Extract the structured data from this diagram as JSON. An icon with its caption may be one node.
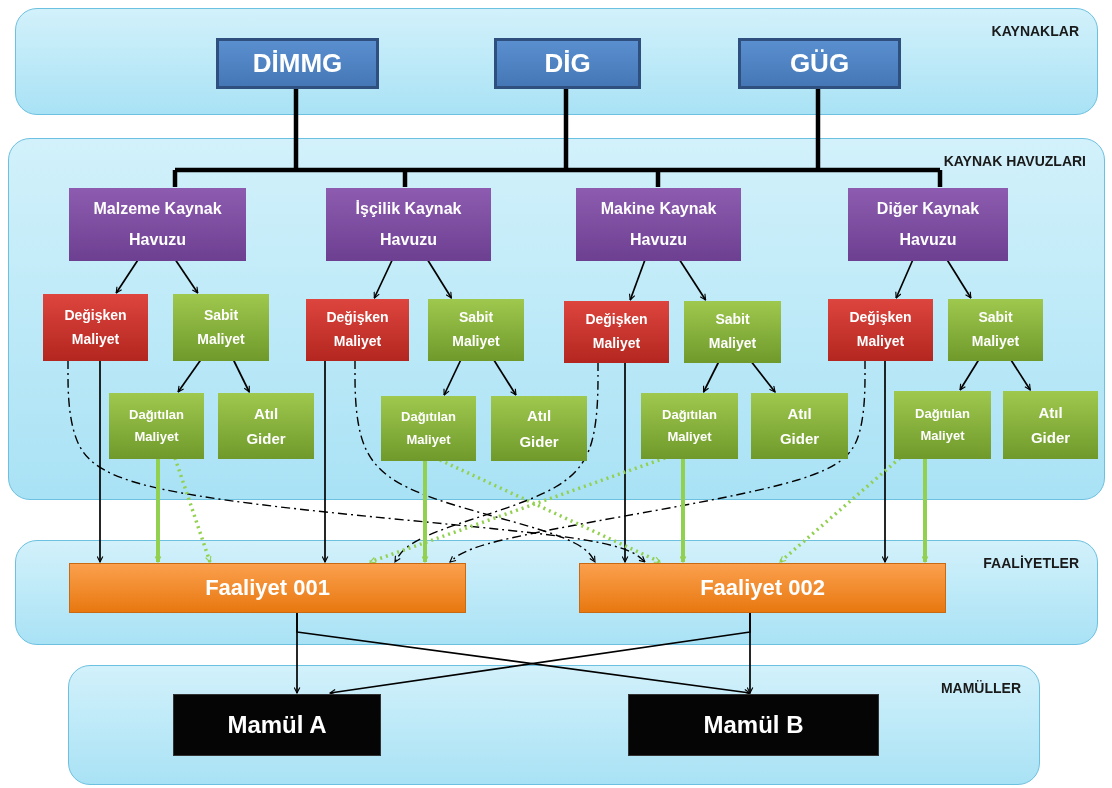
{
  "diagram": {
    "nodes": [
      {
        "text": [
          "KAYNAKLAR"
        ]
      },
      {
        "text": [
          "DİMMG"
        ],
        "in": 0
      },
      {
        "text": [
          "DİG"
        ],
        "in": 0
      },
      {
        "text": [
          "GÜG"
        ],
        "in": 0
      },
      {
        "text": [
          "KAYNAK HAVUZLARI"
        ]
      },
      {
        "text": [
          "Malzeme Kaynak Havuzu"
        ],
        "in": 4
      },
      {
        "text": [
          "Değişken Maliyet"
        ],
        "in": 4
      },
      {
        "text": [
          "Sabit Maliyet"
        ],
        "in": 4
      },
      {
        "text": [
          "Dağıtılan Maliyet"
        ],
        "in": 4
      },
      {
        "text": [
          "Atıl Gider"
        ],
        "in": 4
      },
      {
        "text": [
          "İşçilik Kaynak Havuzu"
        ],
        "in": 4
      },
      {
        "text": [
          "Değişken Maliyet"
        ],
        "in": 4
      },
      {
        "text": [
          "Sabit Maliyet"
        ],
        "in": 4
      },
      {
        "text": [
          "Dağıtılan Maliyet"
        ],
        "in": 4
      },
      {
        "text": [
          "Atıl Gider"
        ],
        "in": 4
      },
      {
        "text": [
          "Makine Kaynak Havuzu"
        ],
        "in": 4
      },
      {
        "text": [
          "Değişken Maliyet"
        ],
        "in": 4
      },
      {
        "text": [
          "Sabit Maliyet"
        ],
        "in": 4
      },
      {
        "text": [
          "Dağıtılan Maliyet"
        ],
        "in": 4
      },
      {
        "text": [
          "Atıl Gider"
        ],
        "in": 4
      },
      {
        "text": [
          "Diğer Kaynak Havuzu"
        ],
        "in": 4
      },
      {
        "text": [
          "Değişken Maliyet"
        ],
        "in": 4
      },
      {
        "text": [
          "Sabit Maliyet"
        ],
        "in": 4
      },
      {
        "text": [
          "Dağıtılan Maliyet"
        ],
        "in": 4
      },
      {
        "text": [
          "Atıl Gider"
        ],
        "in": 4
      },
      {
        "text": [
          "FAALİYETLER"
        ]
      },
      {
        "text": [
          "Faaliyet 001"
        ],
        "in": 25
      },
      {
        "text": [
          "Faaliyet 002"
        ],
        "in": 25
      },
      {
        "text": [
          "MAMÜLLER"
        ]
      },
      {
        "text": [
          "Mamül A"
        ],
        "in": 28
      },
      {
        "text": [
          "Mamül B"
        ],
        "in": 28
      }
    ],
    "edges": [
      {
        "from": 1,
        "to": 5,
        "arrow": "none",
        "style": "thick"
      },
      {
        "from": 1,
        "to": 10,
        "arrow": "none",
        "style": "thick"
      },
      {
        "from": 1,
        "to": 15,
        "arrow": "none",
        "style": "thick"
      },
      {
        "from": 1,
        "to": 20,
        "arrow": "none",
        "style": "thick"
      },
      {
        "from": 2,
        "to": 5,
        "arrow": "none",
        "style": "thick"
      },
      {
        "from": 2,
        "to": 10,
        "arrow": "none",
        "style": "thick"
      },
      {
        "from": 2,
        "to": 15,
        "arrow": "none",
        "style": "thick"
      },
      {
        "from": 2,
        "to": 20,
        "arrow": "none",
        "style": "thick"
      },
      {
        "from": 3,
        "to": 5,
        "arrow": "none",
        "style": "thick"
      },
      {
        "from": 3,
        "to": 10,
        "arrow": "none",
        "style": "thick"
      },
      {
        "from": 3,
        "to": 15,
        "arrow": "none",
        "style": "thick"
      },
      {
        "from": 3,
        "to": 20,
        "arrow": "none",
        "style": "thick"
      },
      {
        "from": 5,
        "to": 6,
        "arrow": "to"
      },
      {
        "from": 5,
        "to": 7,
        "arrow": "to"
      },
      {
        "from": 10,
        "to": 11,
        "arrow": "to"
      },
      {
        "from": 10,
        "to": 12,
        "arrow": "to"
      },
      {
        "from": 15,
        "to": 16,
        "arrow": "to"
      },
      {
        "from": 15,
        "to": 17,
        "arrow": "to"
      },
      {
        "from": 20,
        "to": 21,
        "arrow": "to"
      },
      {
        "from": 20,
        "to": 22,
        "arrow": "to"
      },
      {
        "from": 7,
        "to": 8,
        "arrow": "to"
      },
      {
        "from": 7,
        "to": 9,
        "arrow": "to"
      },
      {
        "from": 12,
        "to": 13,
        "arrow": "to"
      },
      {
        "from": 12,
        "to": 14,
        "arrow": "to"
      },
      {
        "from": 17,
        "to": 18,
        "arrow": "to"
      },
      {
        "from": 17,
        "to": 19,
        "arrow": "to"
      },
      {
        "from": 22,
        "to": 23,
        "arrow": "to"
      },
      {
        "from": 22,
        "to": 24,
        "arrow": "to"
      },
      {
        "from": 6,
        "to": 26,
        "arrow": "to"
      },
      {
        "from": 11,
        "to": 26,
        "arrow": "to"
      },
      {
        "from": 16,
        "to": 27,
        "arrow": "to"
      },
      {
        "from": 21,
        "to": 27,
        "arrow": "to"
      },
      {
        "from": 6,
        "to": 27,
        "arrow": "to",
        "style": "dashed"
      },
      {
        "from": 11,
        "to": 27,
        "arrow": "to",
        "style": "dashed"
      },
      {
        "from": 16,
        "to": 26,
        "arrow": "to",
        "style": "dashed"
      },
      {
        "from": 21,
        "to": 26,
        "arrow": "to",
        "style": "dashed"
      },
      {
        "from": 8,
        "to": 26,
        "arrow": "to",
        "style": "thick",
        "color": "#92d050"
      },
      {
        "from": 8,
        "to": 26,
        "arrow": "to",
        "style": "dashed",
        "color": "#92d050"
      },
      {
        "from": 13,
        "to": 26,
        "arrow": "to",
        "style": "thick",
        "color": "#92d050"
      },
      {
        "from": 13,
        "to": 27,
        "arrow": "to",
        "style": "dashed",
        "color": "#92d050"
      },
      {
        "from": 18,
        "to": 27,
        "arrow": "to",
        "style": "thick",
        "color": "#92d050"
      },
      {
        "from": 18,
        "to": 26,
        "arrow": "to",
        "style": "dashed",
        "color": "#92d050"
      },
      {
        "from": 23,
        "to": 27,
        "arrow": "to",
        "style": "thick",
        "color": "#92d050"
      },
      {
        "from": 23,
        "to": 27,
        "arrow": "to",
        "style": "dashed",
        "color": "#92d050"
      },
      {
        "from": 26,
        "to": 29,
        "arrow": "to"
      },
      {
        "from": 26,
        "to": 30,
        "arrow": "to"
      },
      {
        "from": 27,
        "to": 30,
        "arrow": "to"
      },
      {
        "from": 27,
        "to": 29,
        "arrow": "to"
      }
    ]
  }
}
